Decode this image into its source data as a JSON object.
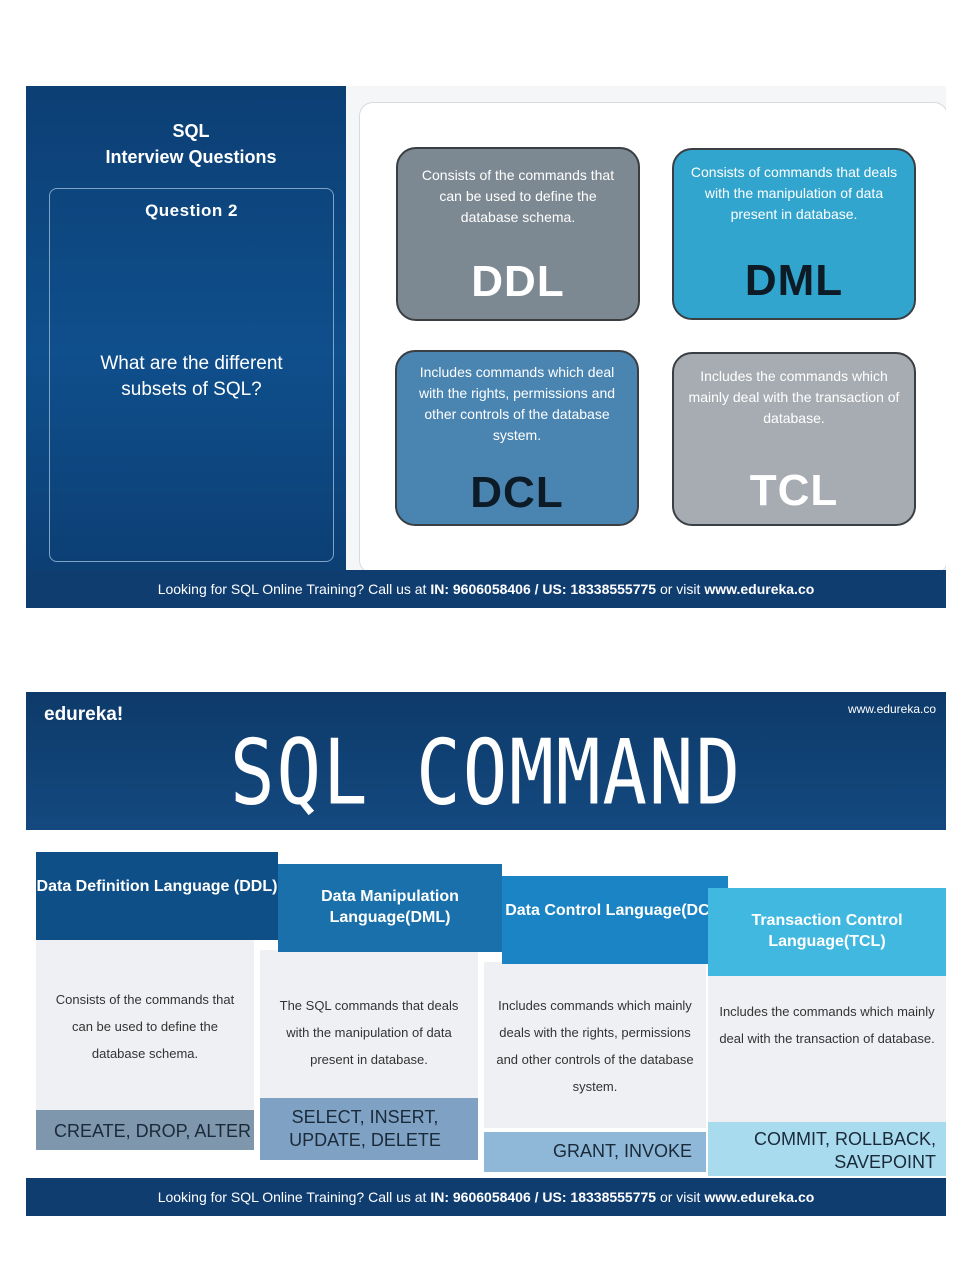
{
  "slide1": {
    "title_line1": "SQL",
    "title_line2": "Interview Questions",
    "question_number": "Question 2",
    "question_text": "What are the different subsets of SQL?",
    "cards": [
      {
        "abbr": "DDL",
        "desc": "Consists of the commands that can be used to define the database schema."
      },
      {
        "abbr": "DML",
        "desc": "Consists of commands that deals with the manipulation of data present in database."
      },
      {
        "abbr": "DCL",
        "desc": "Includes commands which deal with the rights, permissions and other controls of the database system."
      },
      {
        "abbr": "TCL",
        "desc": "Includes the commands which mainly deal with the transaction of database."
      }
    ],
    "footer_prefix": "Looking for SQL Online Training? Call us at ",
    "footer_phones": "IN: 9606058406 / US: 18338555775",
    "footer_mid": " or visit ",
    "footer_url": "www.edureka.co"
  },
  "slide2": {
    "brand": "edureka!",
    "url": "www.edureka.co",
    "title": "SQL COMMAND CATEGORIES",
    "columns": [
      {
        "heading": "Data Definition Language (DDL)",
        "description": "Consists of the commands that can be used to define the database schema.",
        "commands": "CREATE, DROP, ALTER"
      },
      {
        "heading": "Data Manipulation Language(DML)",
        "description": "The SQL commands that deals with the manipulation of data present in database.",
        "commands": "SELECT, INSERT, UPDATE, DELETE"
      },
      {
        "heading": "Data Control Language(DCL)",
        "description": "Includes commands which mainly deals with the rights, permissions and other controls of the database system.",
        "commands": "GRANT, INVOKE"
      },
      {
        "heading": "Transaction Control Language(TCL)",
        "description": "Includes the commands which mainly deal with the transaction of database.",
        "commands": "COMMIT, ROLLBACK, SAVEPOINT"
      }
    ],
    "footer_prefix": "Looking for SQL Online Training? Call us at ",
    "footer_phones": "IN: 9606058406 / US: 18338555775",
    "footer_mid": " or visit ",
    "footer_url": "www.edureka.co"
  },
  "colors": {
    "dark_navy": "#0c3f74",
    "ddl_gray": "#7d8992",
    "dml_cyan": "#32a5ce",
    "dcl_blue": "#4a85b1",
    "tcl_gray": "#a7acb2"
  }
}
